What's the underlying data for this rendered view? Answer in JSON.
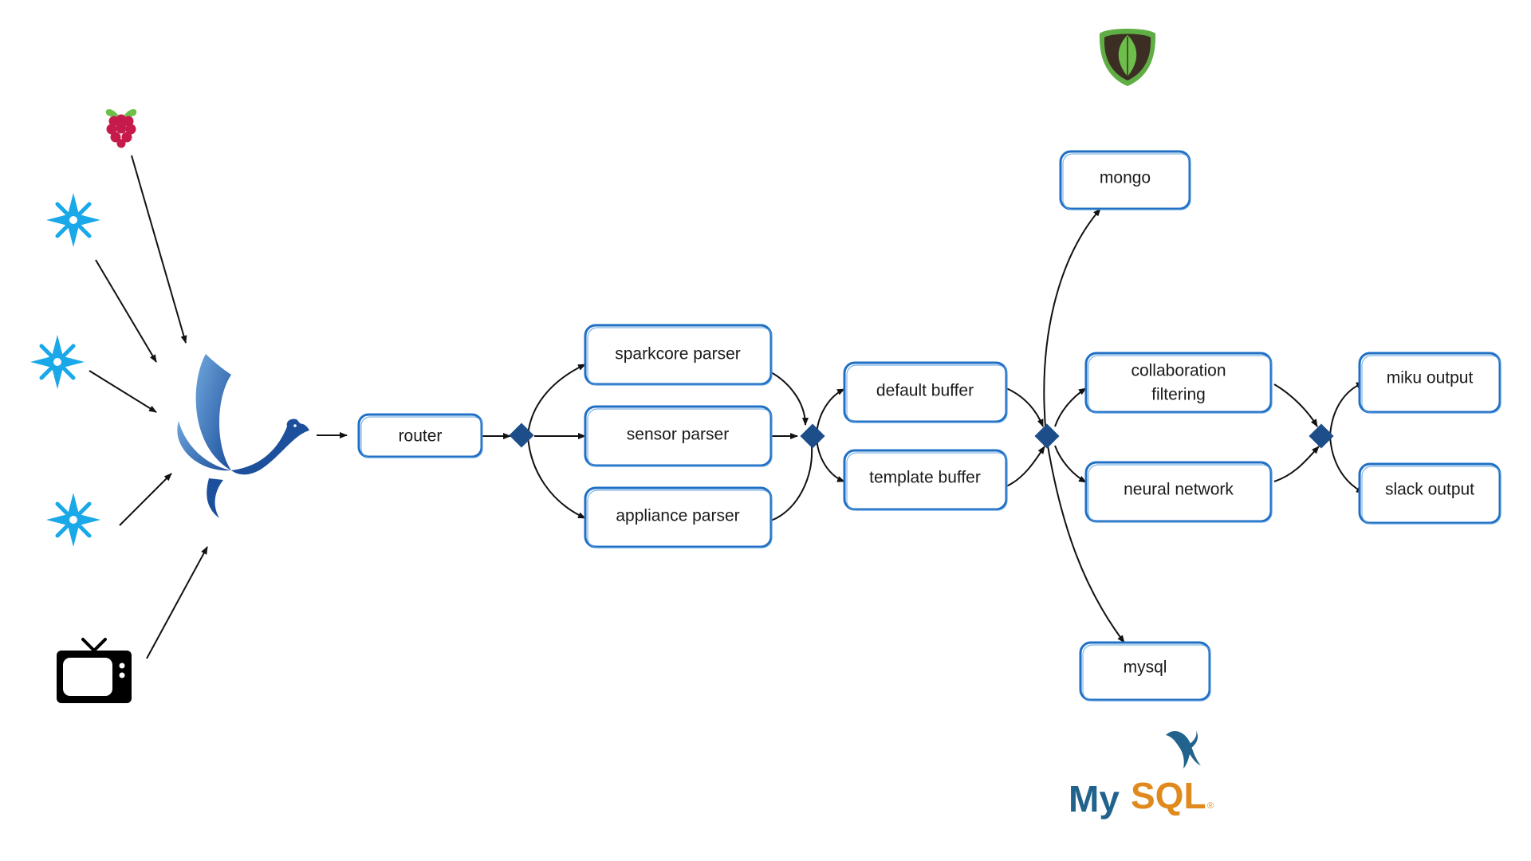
{
  "nodes": {
    "router": "router",
    "sparkcore_parser": "sparkcore parser",
    "sensor_parser": "sensor parser",
    "appliance_parser": "appliance parser",
    "default_buffer": "default buffer",
    "template_buffer": "template buffer",
    "mongo": "mongo",
    "collaboration_filtering_line1": "collaboration",
    "collaboration_filtering_line2": "filtering",
    "neural_network": "neural network",
    "mysql": "mysql",
    "miku_output": "miku output",
    "slack_output": "slack output"
  },
  "logos": {
    "mysql_logo_my": "My",
    "mysql_logo_sql": "SQL",
    "mysql_logo_mark": "®"
  },
  "icons": {
    "raspberry_pi": "raspberry-pi-icon",
    "spark_devices": "spark-star-icon",
    "television": "tv-icon",
    "hub_bird": "bird-logo-icon",
    "mongodb": "mongodb-leaf-icon",
    "mysql_dolphin": "mysql-dolphin-icon"
  },
  "colors": {
    "node_border": "#1f6fc4",
    "junction": "#1d4e89",
    "star": "#19a8e8",
    "mongo_green": "#5fae45",
    "mysql_blue": "#21638c",
    "mysql_orange": "#e08a1e",
    "raspberry": "#c51a4a"
  }
}
